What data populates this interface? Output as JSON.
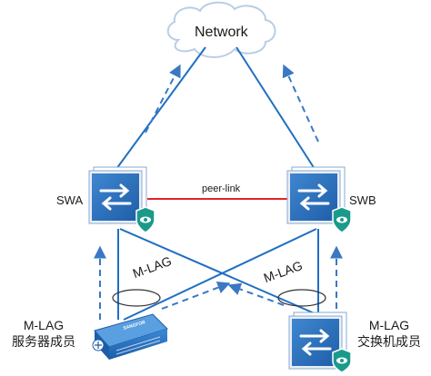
{
  "network": {
    "label": "Network"
  },
  "switches": {
    "swa": {
      "label": "SWA"
    },
    "swb": {
      "label": "SWB"
    }
  },
  "peer_link": {
    "label": "peer-link",
    "color": "#e0262b"
  },
  "mlag": {
    "left_label": "M-LAG",
    "right_label": "M-LAG"
  },
  "members": {
    "server": {
      "line1": "M-LAG",
      "line2": "服务器成员"
    },
    "switch": {
      "line1": "M-LAG",
      "line2": "交换机成员"
    }
  },
  "server_brand": "SANGFOR",
  "colors": {
    "link": "#1f6fc2",
    "flow": "#3a78c4",
    "switch_body": "#2a6bb8",
    "cloud_stroke": "#b9cde6"
  },
  "icons": {
    "switch": "switch-arrows-icon",
    "security": "shield-eye-icon",
    "server": "server-icon",
    "cloud": "cloud-icon"
  }
}
